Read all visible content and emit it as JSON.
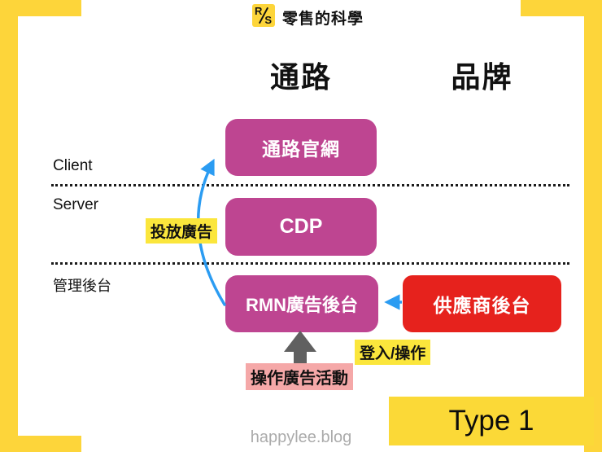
{
  "header": {
    "logo": {
      "top_letter": "R",
      "bottom_letter": "S"
    },
    "brand_title": "零售的科學"
  },
  "columns": {
    "channel_header": "通路",
    "brand_header": "品牌"
  },
  "layers": {
    "client_label": "Client",
    "server_label": "Server",
    "admin_label": "管理後台"
  },
  "nodes": {
    "channel_site": {
      "label": "通路官網",
      "color": "#BE4591"
    },
    "cdp": {
      "label": "CDP",
      "color": "#BE4591"
    },
    "rmn_backend": {
      "label": "RMN廣告後台",
      "color": "#BE4591"
    },
    "supplier_backend": {
      "label": "供應商後台",
      "color": "#E6221D"
    }
  },
  "annotations": {
    "place_ads": "投放廣告",
    "login_operate": "登入/操作",
    "operate_campaign": "操作廣告活動"
  },
  "badge": {
    "type_label": "Type 1"
  },
  "footer": {
    "site": "happylee.blog"
  },
  "colors": {
    "frame_yellow": "#FDD53A",
    "highlight_yellow": "#FBE63C",
    "node_magenta": "#BE4591",
    "node_red": "#E6221D",
    "arrow_blue": "#2B9CF2",
    "arrow_gray": "#606060",
    "campaign_pink": "#F5A8A8",
    "footer_gray": "#ABABAB"
  }
}
